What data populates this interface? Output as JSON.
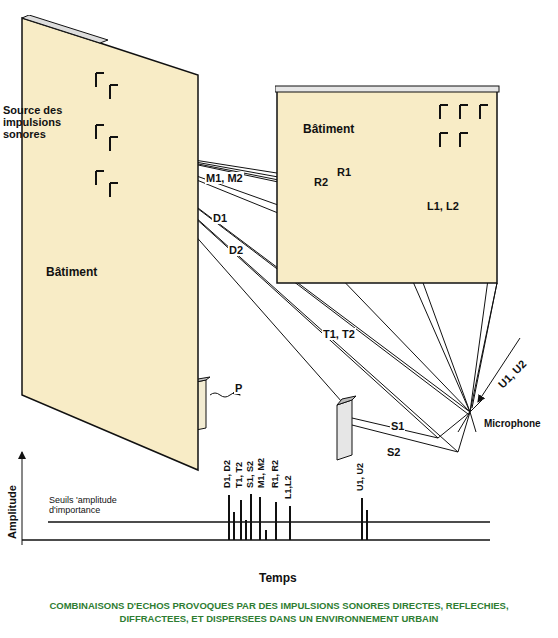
{
  "diagram": {
    "caption": "COMBINAISONS D'ECHOS PROVOQUES PAR DES IMPULSIONS SONORES DIRECTES, REFLECHIES, DIFFRACTEES, ET DISPERSEES DANS UN ENVIRONNEMENT URBAIN",
    "nodes": [
      {
        "text": [
          "Bâtiment"
        ]
      },
      {
        "text": [
          "Bâtiment"
        ]
      }
    ],
    "labels": [
      "Source des impulsions sonores",
      "R1",
      "R2",
      "M1, M2",
      "L1, L2",
      "D1",
      "D2",
      "T1, T2",
      "P",
      "U1, U2",
      "S1",
      "S2",
      "Microphone",
      "Amplitude",
      "Temps",
      "Seuils 'amplitude d'importance",
      "D1, D2",
      "T1, T2",
      "S1, S2",
      "M1, M2",
      "R1, R2",
      "L1,L2",
      "U1, U2"
    ]
  }
}
